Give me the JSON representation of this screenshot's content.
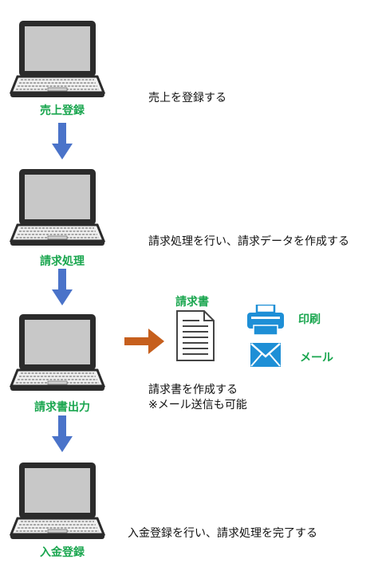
{
  "steps": [
    {
      "label": "売上登録",
      "description": "売上を登録する"
    },
    {
      "label": "請求処理",
      "description": "請求処理を行い、請求データを作成する"
    },
    {
      "label": "請求書出力",
      "description_line1": "請求書を作成する",
      "description_line2": "※メール送信も可能"
    },
    {
      "label": "入金登録",
      "description": "入金登録を行い、請求処理を完了する"
    }
  ],
  "output": {
    "document_label": "請求書",
    "print_label": "印刷",
    "mail_label": "メール"
  },
  "icons": {
    "laptop": "laptop-icon",
    "down_arrow": "arrow-down-icon",
    "right_arrow": "arrow-right-icon",
    "document": "document-icon",
    "printer": "printer-icon",
    "mail": "mail-envelope-icon"
  },
  "colors": {
    "label_green": "#1aa64f",
    "flow_arrow_blue": "#4a73c9",
    "output_arrow_orange": "#c65f1d",
    "icon_blue": "#1e8fd6"
  }
}
